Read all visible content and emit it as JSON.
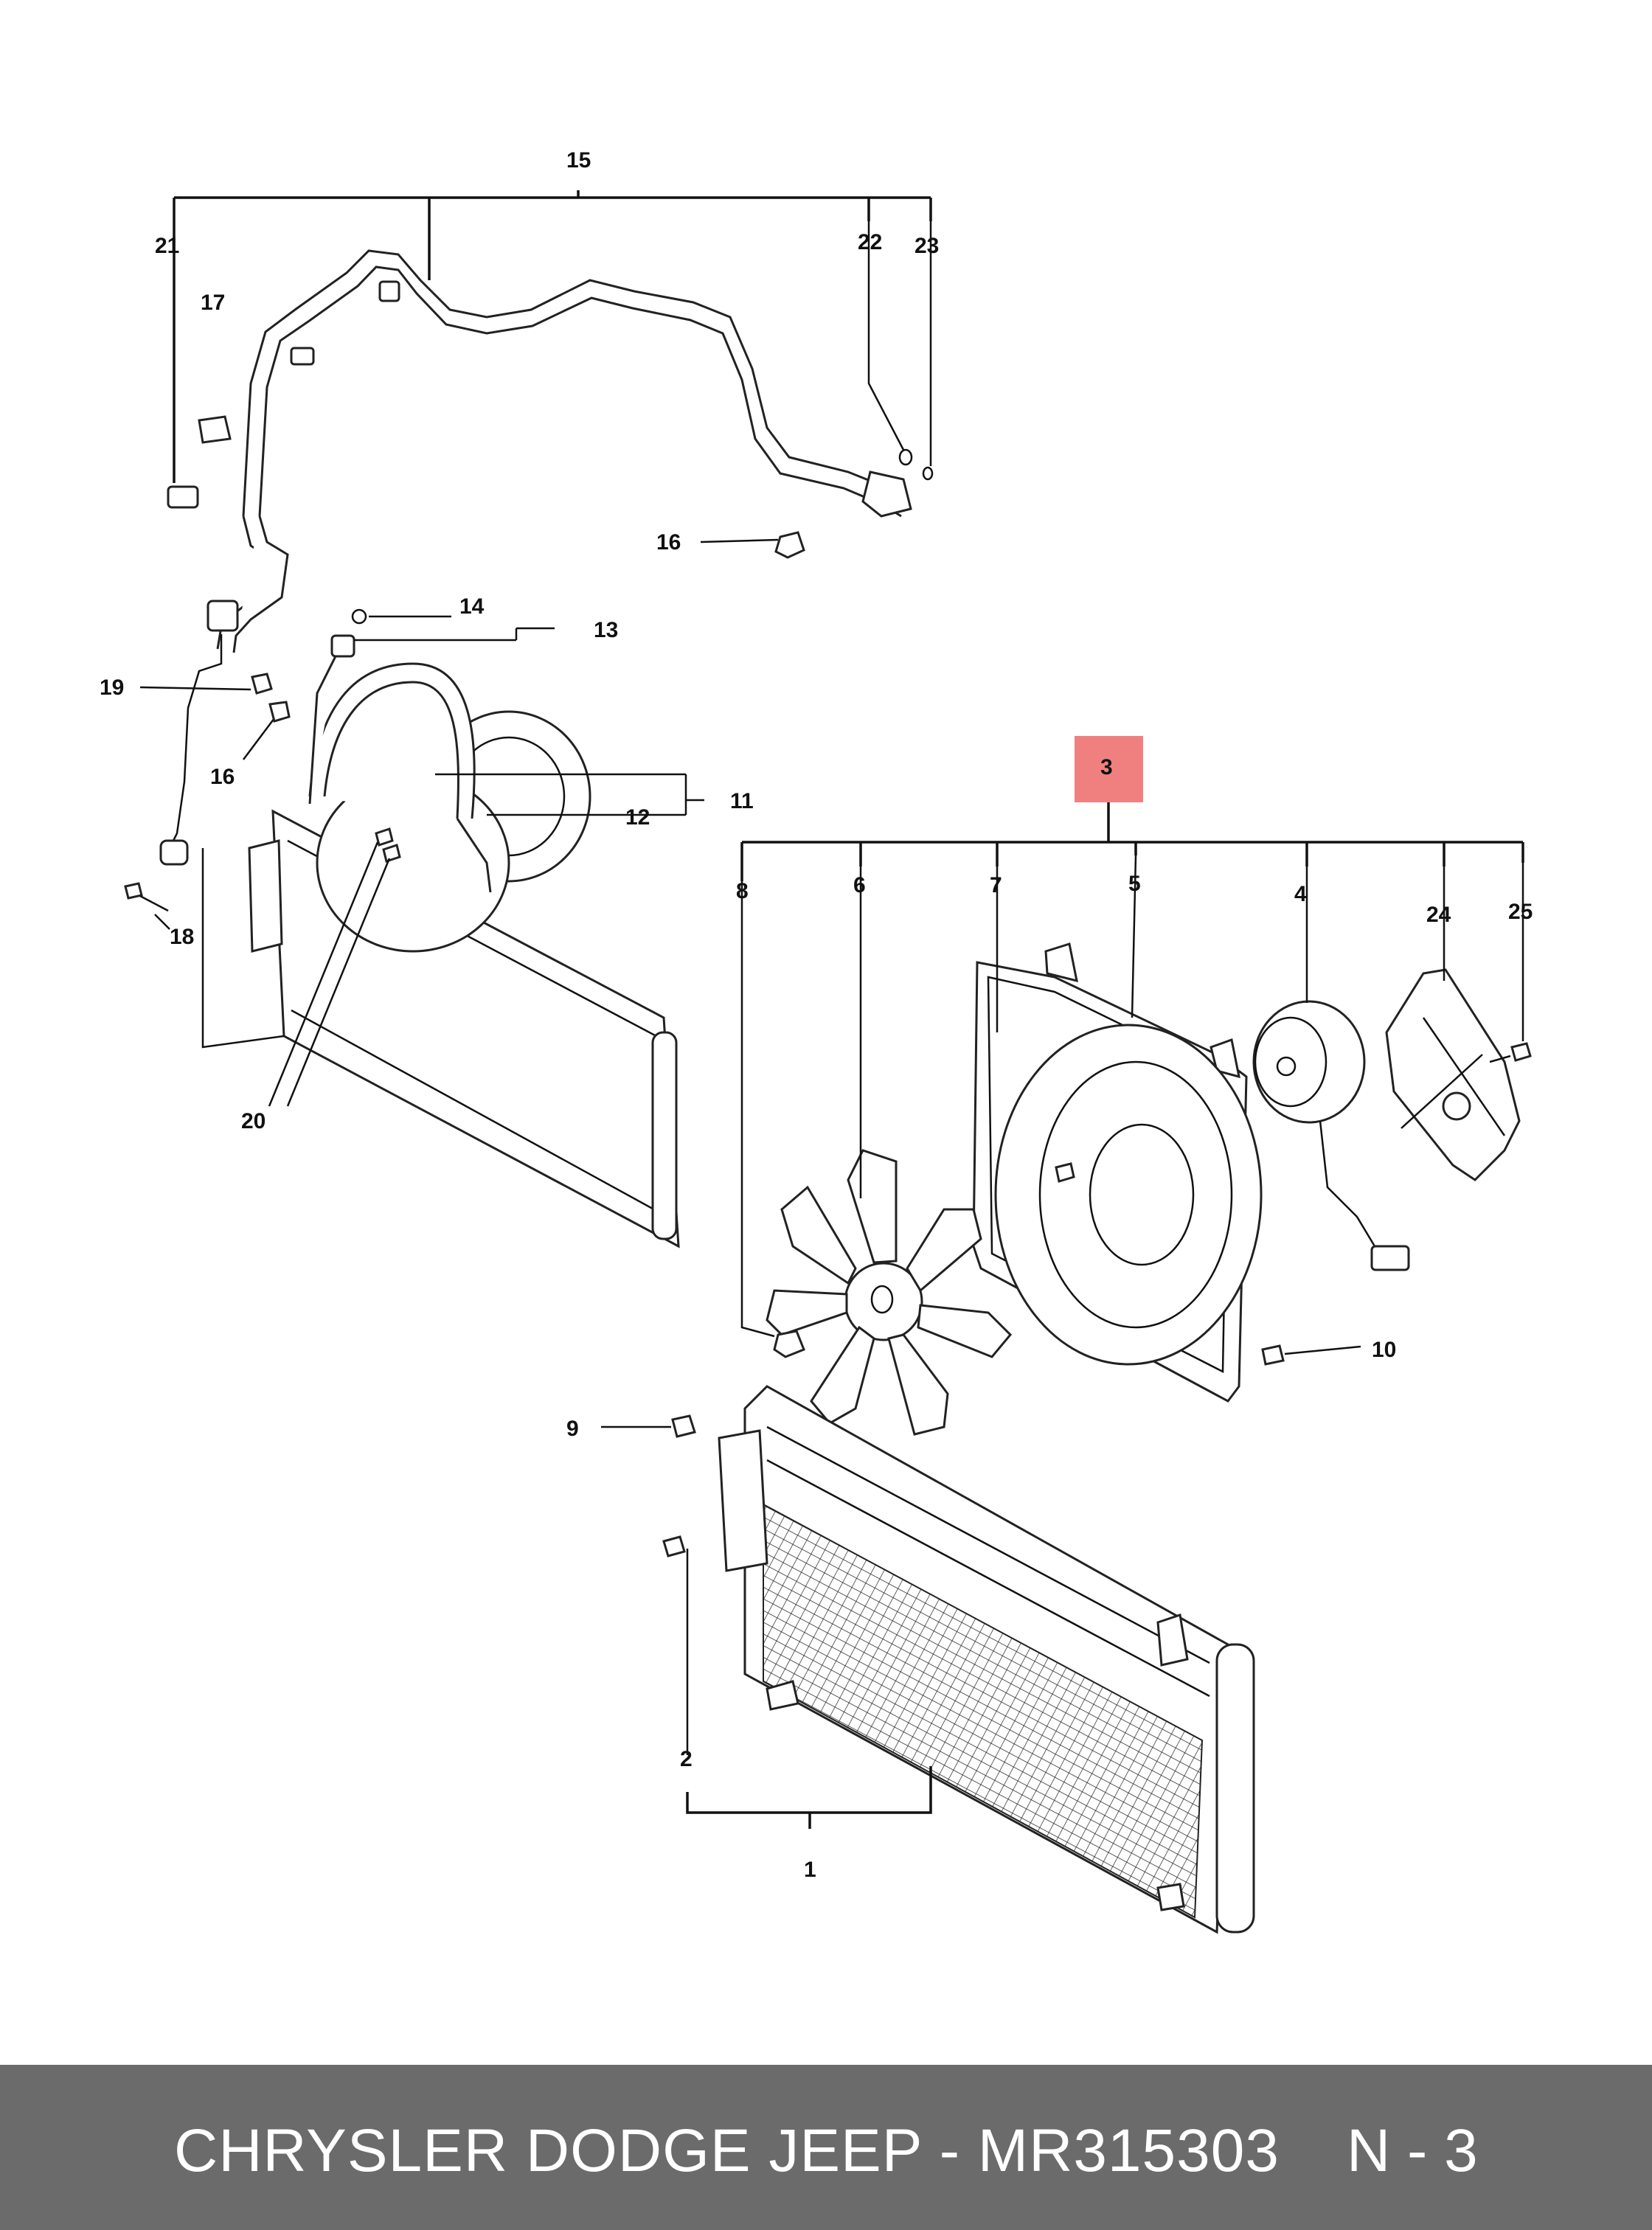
{
  "callouts": {
    "c1": "1",
    "c2": "2",
    "c3": "3",
    "c4": "4",
    "c5": "5",
    "c6": "6",
    "c7": "7",
    "c8": "8",
    "c9": "9",
    "c10": "10",
    "c11": "11",
    "c12": "12",
    "c13": "13",
    "c14": "14",
    "c15": "15",
    "c16a": "16",
    "c16b": "16",
    "c17": "17",
    "c18": "18",
    "c19": "19",
    "c20": "20",
    "c21": "21",
    "c22": "22",
    "c23": "23",
    "c24": "24",
    "c25": "25"
  },
  "highlight": {
    "callout": "3",
    "color": "#f08080"
  },
  "footer": {
    "title": "CHRYSLER DODGE JEEP - MR315303",
    "code": "N - 3",
    "background": "#6b6b6b",
    "text_color": "#ffffff"
  }
}
